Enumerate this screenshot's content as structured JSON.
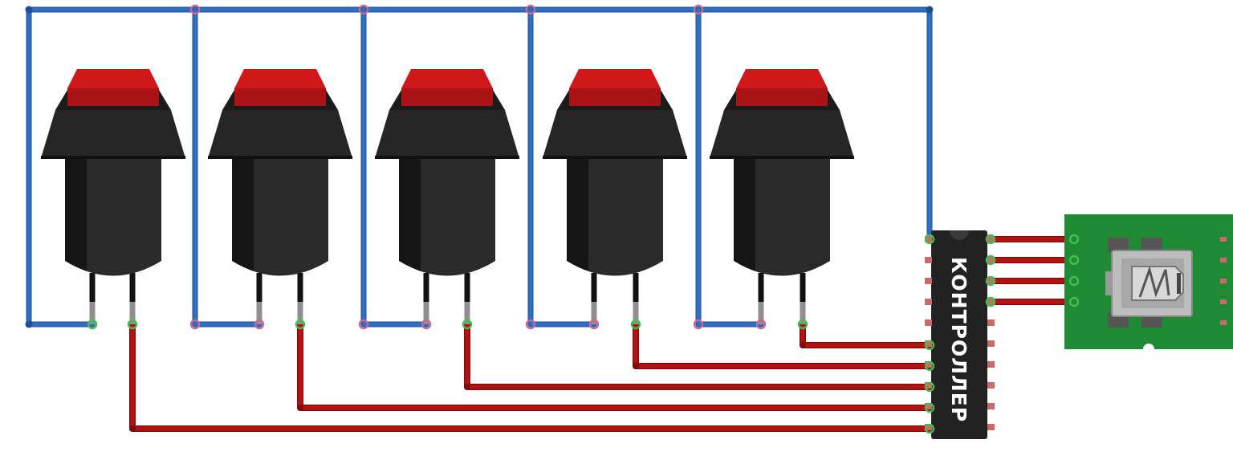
{
  "controller": {
    "label": "КОНТРОЛЛЕР"
  },
  "components": {
    "buttons": [
      {
        "name": "push-button-1"
      },
      {
        "name": "push-button-2"
      },
      {
        "name": "push-button-3"
      },
      {
        "name": "push-button-4"
      },
      {
        "name": "push-button-5"
      }
    ],
    "usb_board": {
      "icon": "usb-mini-connector-icon"
    }
  },
  "colors": {
    "ground_wire": "#2e6fc4",
    "signal_wire": "#b51212",
    "button_cap": "#d0181b",
    "button_body": "#262626",
    "chip_body": "#222222",
    "board": "#1f8a34",
    "joint": "#c6679b",
    "joint_green": "#3fbf4f"
  }
}
